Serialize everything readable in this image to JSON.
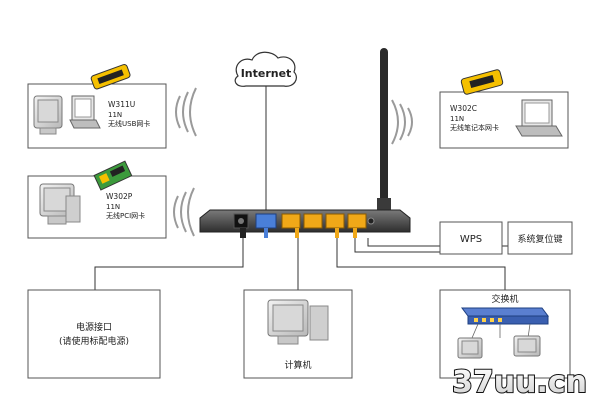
{
  "cloud": {
    "label": "Internet"
  },
  "devices": {
    "usb_card": {
      "model": "W311U",
      "spec": "11N",
      "desc": "无线USB网卡"
    },
    "pci_card": {
      "model": "W302P",
      "spec": "11N",
      "desc": "无线PCI网卡"
    },
    "notebook_card": {
      "model": "W302C",
      "spec": "11N",
      "desc": "无线笔记本网卡"
    }
  },
  "boxes": {
    "wps": "WPS",
    "reset": "系统复位键",
    "power_line1": "电源接口",
    "power_line2": "(请使用标配电源)",
    "computer": "计算机",
    "switch": "交换机"
  },
  "watermark": "37uu.cn",
  "colors": {
    "router_body": "#4a4a4a",
    "lan_port": "#f0a818",
    "wan_port": "#4a7fd8",
    "card_yellow": "#f5c000",
    "switch_blue": "#3a5fb0"
  },
  "icons": [
    "monitor-icon",
    "laptop-icon",
    "usb-card-icon",
    "pci-card-icon",
    "notebook-card-icon",
    "wifi-waves-icon",
    "cloud-icon",
    "router-icon",
    "antenna-icon",
    "switch-icon"
  ]
}
